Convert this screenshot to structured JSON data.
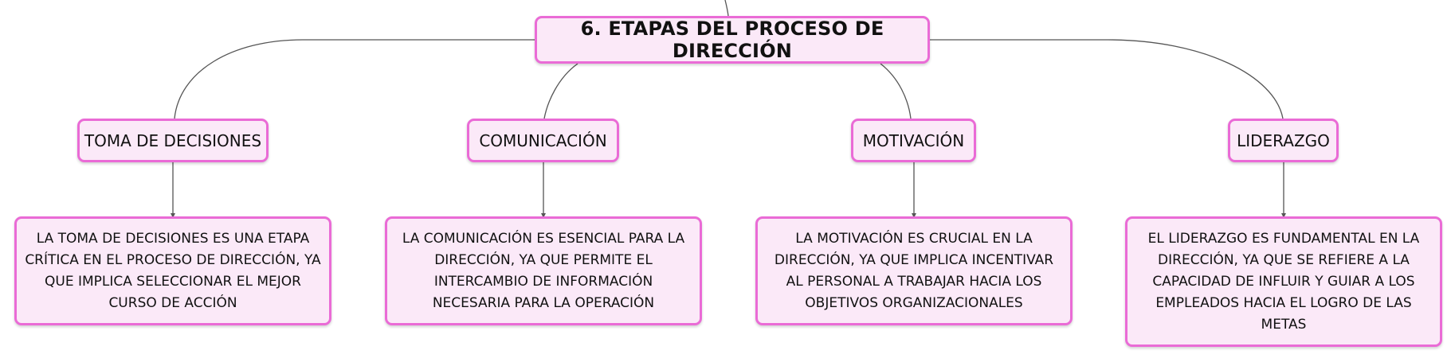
{
  "colors": {
    "node_fill": "#fbe9f8",
    "node_border": "#ea6bd6",
    "connector": "#555555"
  },
  "root": {
    "title": "6. ETAPAS DEL PROCESO DE DIRECCIÓN"
  },
  "branches": [
    {
      "label": "TOMA DE DECISIONES",
      "description": "LA TOMA DE DECISIONES ES UNA ETAPA CRÍTICA EN EL PROCESO DE DIRECCIÓN, YA QUE IMPLICA SELECCIONAR EL MEJOR CURSO DE ACCIÓN"
    },
    {
      "label": "COMUNICACIÓN",
      "description": "LA COMUNICACIÓN ES ESENCIAL PARA LA DIRECCIÓN, YA QUE PERMITE EL INTERCAMBIO DE INFORMACIÓN NECESARIA PARA LA OPERACIÓN"
    },
    {
      "label": "MOTIVACIÓN",
      "description": "LA MOTIVACIÓN ES CRUCIAL EN LA DIRECCIÓN, YA QUE IMPLICA INCENTIVAR AL PERSONAL A TRABAJAR HACIA LOS OBJETIVOS ORGANIZACIONALES"
    },
    {
      "label": "LIDERAZGO",
      "description": "EL LIDERAZGO ES FUNDAMENTAL EN LA DIRECCIÓN, YA QUE SE REFIERE A LA CAPACIDAD DE INFLUIR Y GUIAR A LOS EMPLEADOS HACIA EL LOGRO DE LAS METAS"
    }
  ]
}
